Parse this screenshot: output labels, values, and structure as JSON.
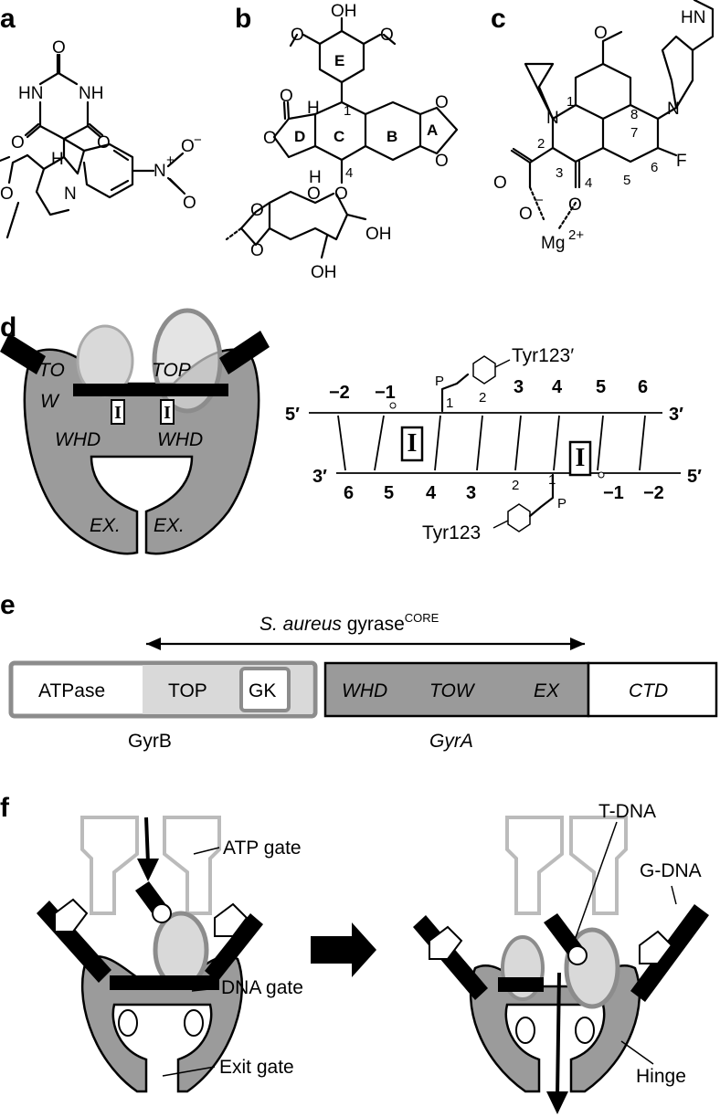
{
  "panels": {
    "a": "a",
    "b": "b",
    "c": "c",
    "d": "d",
    "e": "e",
    "f": "f"
  },
  "panel_a": {
    "atoms": {
      "o_top": "O",
      "hn_left": "HN",
      "nh_right": "NH",
      "o_left": "O",
      "o_right": "O",
      "h": "H",
      "o_ring": "O",
      "n_ring": "N",
      "nitro_n": "N",
      "nitro_plus": "+",
      "nitro_o_minus": "O",
      "nitro_minus": "−",
      "nitro_o": "O"
    }
  },
  "panel_b": {
    "atoms": {
      "oh_top": "OH",
      "o_left": "O",
      "o_right": "O",
      "o_carbonyl": "O",
      "o_lactone": "O",
      "h_top": "H",
      "h_bottom": "H",
      "pos1": "1",
      "pos4": "4",
      "o_link": "O",
      "o_glyco_ring": "O",
      "o_glyco_a": "O",
      "o_glyco_b": "O",
      "oh1": "OH",
      "oh2": "OH",
      "o_diox1": "O",
      "o_diox2": "O"
    },
    "rings": {
      "A": "A",
      "B": "B",
      "C": "C",
      "D": "D",
      "E": "E"
    }
  },
  "panel_c": {
    "atoms": {
      "hn": "HN",
      "n_ring": "N",
      "o_methoxy": "O",
      "n1": "N",
      "f": "F",
      "o_keto": "O",
      "o_carb": "O",
      "o_minus": "O",
      "minus": "−",
      "mg": "Mg",
      "mg_charge": "2+"
    },
    "positions": {
      "p1": "1",
      "p2": "2",
      "p3": "3",
      "p4": "4",
      "p5": "5",
      "p6": "6",
      "p7": "7",
      "p8": "8"
    }
  },
  "panel_d": {
    "domains": {
      "tow": "TO",
      "w": "W",
      "top": "TOP",
      "whd_left": "WHD",
      "whd_right": "WHD",
      "ex_left": "EX.",
      "ex_right": "EX."
    },
    "dna": {
      "top_strand_end_left": "5′",
      "top_strand_end_right": "3′",
      "bottom_strand_end_left": "3′",
      "bottom_strand_end_right": "5′",
      "top_positions": [
        "−2",
        "−1",
        "1",
        "2",
        "3",
        "4",
        "5",
        "6"
      ],
      "bottom_positions": [
        "6",
        "5",
        "4",
        "3",
        "2",
        "1",
        "−1",
        "−2"
      ],
      "tyr_top": "Tyr123′",
      "tyr_bottom": "Tyr123",
      "p": "P",
      "o": "O"
    },
    "inhibitor_symbol": "I"
  },
  "panel_e": {
    "arrow_label_main": "S. aureus",
    "arrow_label_rest": " gyrase",
    "arrow_label_sup": "CORE",
    "gyrb_domains": [
      "ATPase",
      "TOP",
      "GK"
    ],
    "gyra_domains": [
      "WHD",
      "TOW",
      "EX"
    ],
    "ctd": "CTD",
    "gyrb_label": "GyrB",
    "gyra_label": "GyrA",
    "colors": {
      "gyrb_outline": "#8c8c8c",
      "top_fill": "#d9d9d9",
      "gyra_fill": "#9a9a9a"
    }
  },
  "panel_f": {
    "labels": {
      "atp_gate": "ATP gate",
      "dna_gate": "DNA gate",
      "exit_gate": "Exit gate",
      "t_dna": "T-DNA",
      "g_dna": "G-DNA",
      "hinge": "Hinge"
    }
  }
}
